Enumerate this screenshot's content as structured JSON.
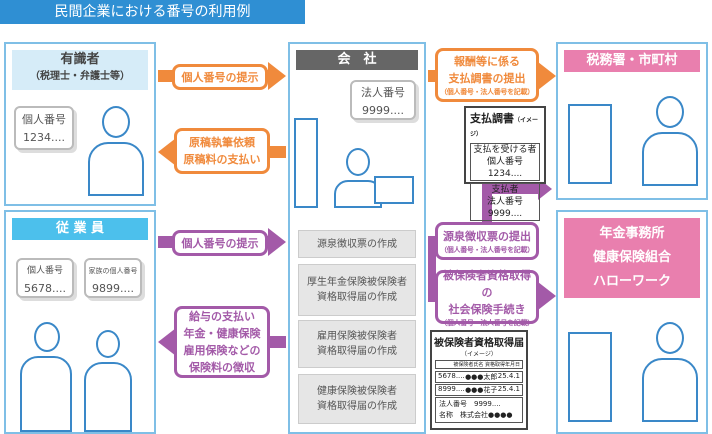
{
  "title": "民間企業における番号の利用例",
  "expert": {
    "header": "有識者",
    "sub": "（税理士・弁護士等）",
    "card_label": "個人番号",
    "card_value": "1234...."
  },
  "employee": {
    "header": "従 業 員",
    "card1_label": "個人番号",
    "card1_value": "5678....",
    "card2_label": "家族の個人番号",
    "card2_value": "9899...."
  },
  "company": {
    "header": "会　社",
    "card_label": "法人番号",
    "card_value": "9999....",
    "items": [
      "源泉徴収票の作成",
      "厚生年金保険被保険者",
      "資格取得届の作成",
      "雇用保険被保険者",
      "資格取得届の作成",
      "健康保険被保険者",
      "資格取得届の作成"
    ]
  },
  "arrows": {
    "expert_to_company": "個人番号の提示",
    "company_to_expert": [
      "原稿執筆依頼",
      "原稿料の支払い"
    ],
    "employee_to_company": "個人番号の提示",
    "company_to_employee": [
      "給与の支払い",
      "年金・健康保険",
      "雇用保険などの",
      "保険料の徴収"
    ],
    "to_tax": [
      "報酬等に係る",
      "支払調書の提出",
      "（個人番号・法人番号を記載）"
    ],
    "withholding": [
      "源泉徴収票の提出",
      "（個人番号・法人番号を記載）"
    ],
    "social": [
      "被保険者資格取得の",
      "社会保険手続き",
      "（個人番号・法人番号を記載）"
    ]
  },
  "tax_office": {
    "header": "税務署・市町村"
  },
  "pension": {
    "header": [
      "年金事務所",
      "健康保険組合",
      "ハローワーク"
    ]
  },
  "payment_doc": {
    "title": "支払調書",
    "note": "（イメージ）",
    "r1": [
      "支払を受ける者",
      "個人番号 1234...."
    ],
    "r2": [
      "支払者",
      "法人番号 9999...."
    ]
  },
  "insured_doc": {
    "title": "被保険者資格取得届",
    "note": "（イメージ）",
    "cols": [
      "被保険者氏名",
      "資格取得年月日"
    ],
    "rows": [
      [
        "5678....",
        "●●●太郎",
        "25.4.1"
      ],
      [
        "8999....",
        "●●●花子",
        "25.4.1"
      ]
    ],
    "corp": "法人番号　9999....",
    "name": "名称　株式会社●●●●"
  },
  "colors": {
    "orange": "#f08a3c",
    "purple": "#a35aa8",
    "blue": "#2f8fd3",
    "pink": "#e97fae",
    "cyan": "#4cc0ec"
  }
}
